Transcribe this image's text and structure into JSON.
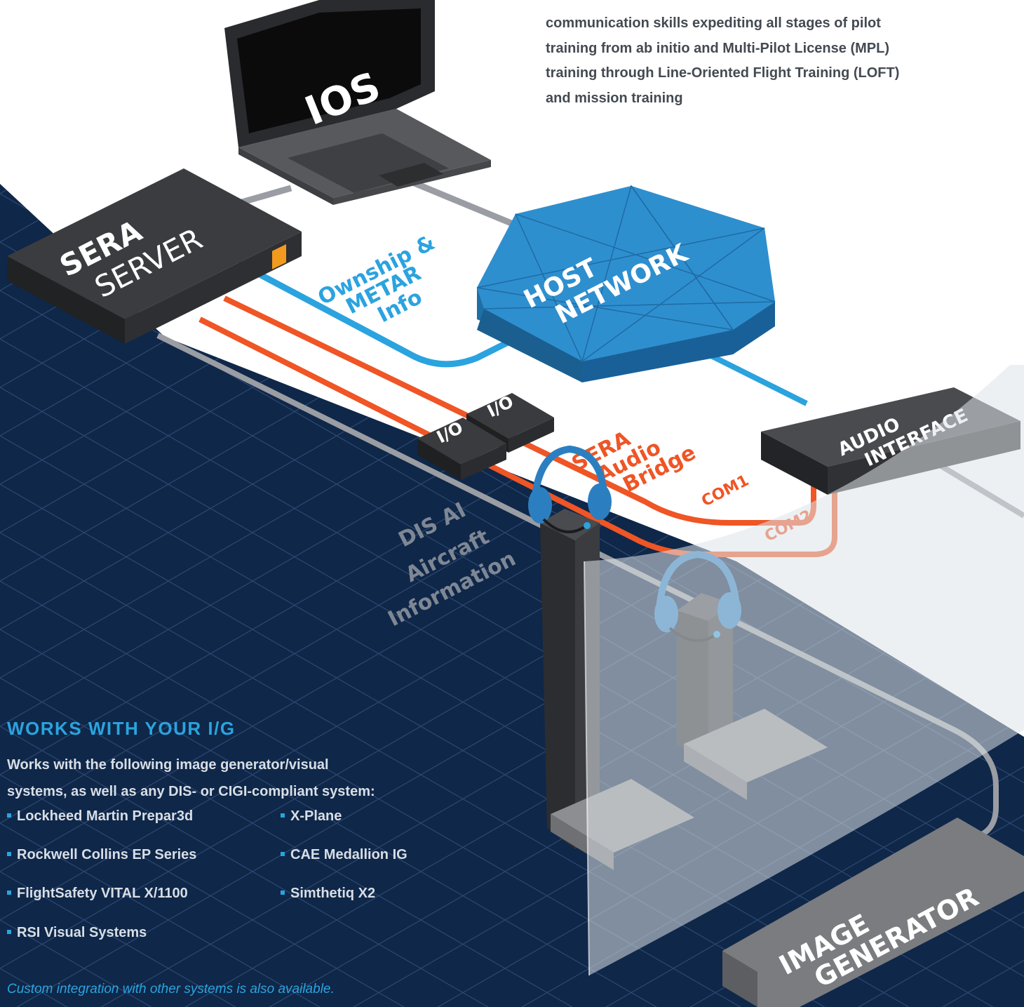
{
  "intro": {
    "lines": [
      "communication skills expediting all stages of pilot",
      "training from ab initio and Multi-Pilot License (MPL)",
      "training through Line-Oriented Flight Training (LOFT)",
      "and mission training"
    ]
  },
  "diagram": {
    "ios_label": "IOS",
    "server_brand": "SERA",
    "server_word": "SERVER",
    "host_line1": "HOST",
    "host_line2": "NETWORK",
    "ownship_line1": "Ownship &",
    "ownship_line2": "METAR",
    "ownship_line3": "Info",
    "io_label_1": "I/O",
    "io_label_2": "I/O",
    "bridge_line1": "SERA",
    "bridge_line2": "Audio",
    "bridge_line3": "Bridge",
    "com1": "COM1",
    "com2": "COM2",
    "audio_line1": "AUDIO",
    "audio_line2": "INTERFACE",
    "dis_line1": "DIS AI",
    "dis_line2": "Aircraft",
    "dis_line3": "Information",
    "ig_line1": "IMAGE",
    "ig_line2": "GENERATOR",
    "colors": {
      "navy": "#0f2748",
      "blue": "#2ba3df",
      "orange": "#ef5525",
      "gray_cable": "#9a9da3",
      "device_dark": "#3a3b3e"
    }
  },
  "ig_section": {
    "title": "WORKS WITH YOUR I/G",
    "desc_line1": "Works with the following image generator/visual",
    "desc_line2": "systems, as well as any DIS- or CIGI-compliant system:",
    "systems": [
      "Lockheed Martin Prepar3d",
      "X-Plane",
      "Rockwell Collins EP Series",
      "CAE Medallion IG",
      "FlightSafety VITAL X/1100",
      "Simthetiq X2",
      "RSI Visual Systems"
    ],
    "footnote": "Custom integration with other systems is also available."
  }
}
